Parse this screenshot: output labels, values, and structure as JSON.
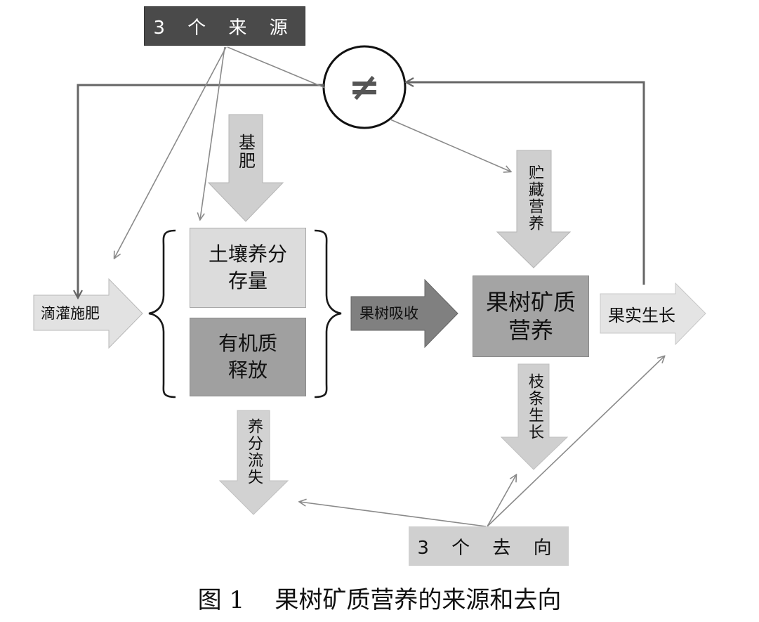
{
  "sources_label": "3 个 来 源",
  "not_equal_symbol": "≠",
  "base_fertilizer": "基肥",
  "drip_fertigation": "滴灌施肥",
  "soil_storage": [
    "土壤养分",
    "存量"
  ],
  "organic_release": [
    "有机质",
    "释放"
  ],
  "tree_uptake": "果树吸收",
  "storage_nutrition": "贮藏营养",
  "tree_mineral_nutrition": [
    "果树矿质",
    "营养"
  ],
  "fruit_growth": "果实生长",
  "shoot_growth": "枝条生长",
  "nutrient_loss": "养分流失",
  "destinations_label": "3 个 去 向",
  "caption": {
    "figure_no": "图 1",
    "title": "果树矿质营养的来源和去向"
  }
}
